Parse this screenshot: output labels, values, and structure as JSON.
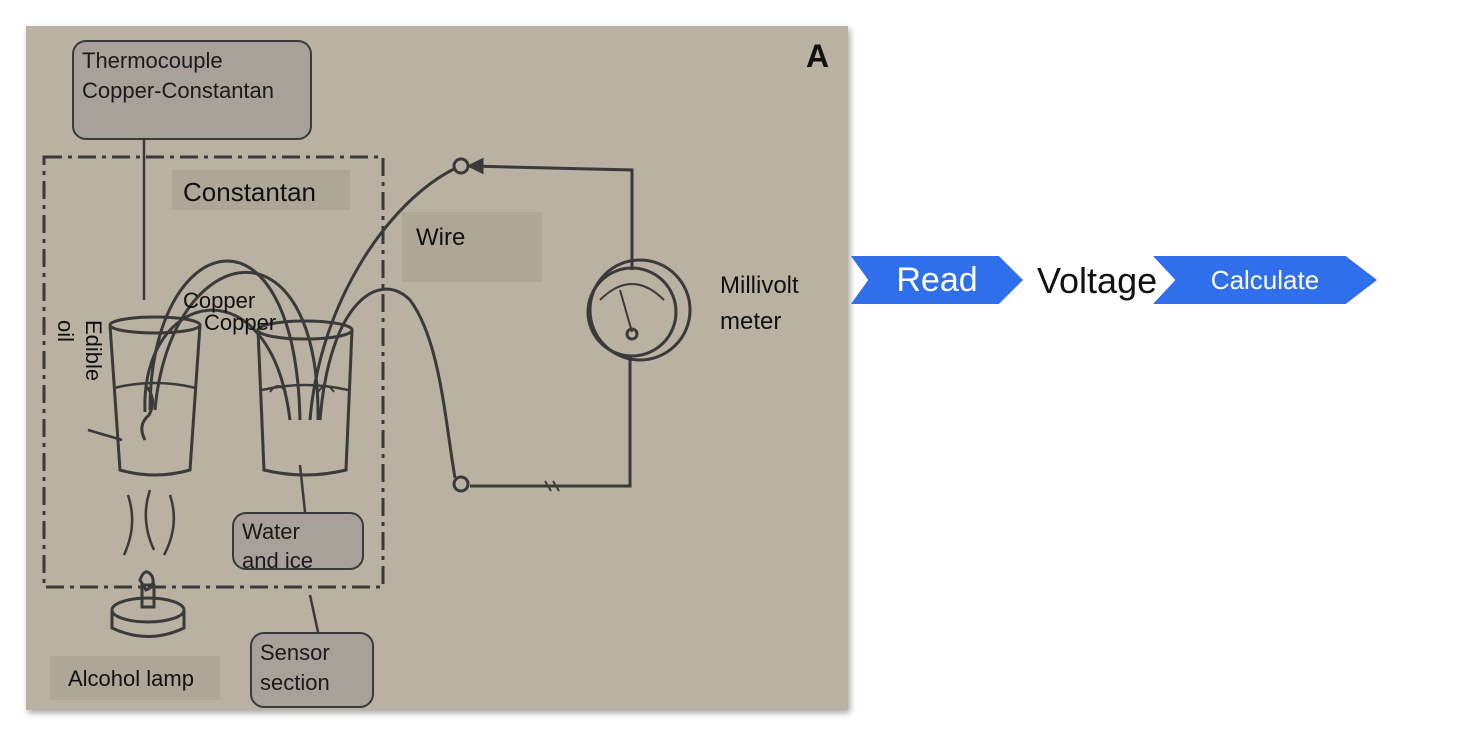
{
  "panel": {
    "letter": "A"
  },
  "labels": {
    "thermocouple_line1": "Thermocouple",
    "thermocouple_line2": "Copper-Constantan",
    "constantan": "Constantan",
    "wire": "Wire",
    "copper_1": "Copper",
    "copper_2": "Copper",
    "edible": "Edible",
    "oil": "oil",
    "millivolt_line1": "Millivolt",
    "millivolt_line2": "meter",
    "water_line1": "Water",
    "water_line2": "and ice",
    "sensor_line1": "Sensor",
    "sensor_line2": "section",
    "alcohol_lamp": "Alcohol lamp"
  },
  "flow": {
    "read": "Read",
    "voltage": "Voltage",
    "calculate": "Calculate"
  },
  "colors": {
    "panel_background": "#b9b1a1",
    "chevron": "#2f6fec",
    "chevron_text": "#ffffff",
    "callout_fill": "#a8a19a",
    "line": "#3a3a3a"
  }
}
